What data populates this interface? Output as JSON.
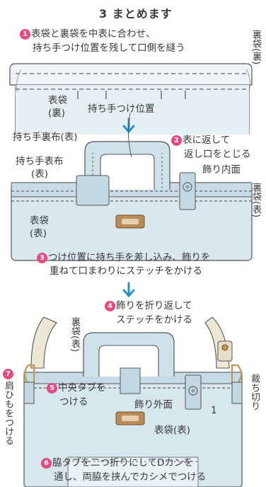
{
  "colors": {
    "accent": "#e8487e",
    "arrow": "#2e8fc6",
    "fabric": "#d7e7ee",
    "fabric_dark": "#b8d1de",
    "stitch": "#3a3a3a",
    "strap": "#ece8d4",
    "hardware": "#c49a5a",
    "tag": "#b98c5a"
  },
  "title": "3 まとめます",
  "step1": {
    "number": "1",
    "line1": "表袋と裏袋を中表に合わせ、",
    "line2": "持ち手つけ位置を残して口側を縫う",
    "label_outer": "表袋",
    "label_outer_sub": "(裏)",
    "label_handle_pos": "持ち手つけ位置",
    "label_lining_vert": "裏袋(裏)"
  },
  "step2": {
    "number": "2",
    "line1": "表に返して",
    "line2": "返し口をとじる",
    "label_handle_lining": "持ち手裏布(表)",
    "label_handle_outer": "持ち手表布",
    "label_handle_outer_sub": "(表)",
    "label_deco_inner": "飾り内面",
    "label_lining_vert": "裏袋(表)",
    "label_outer": "表袋",
    "label_outer_sub": "(表)"
  },
  "step3": {
    "number": "3",
    "line1": "つけ位置に持ち手を差し込み、飾りを",
    "line2": "重ねて口まわりにステッチをかける"
  },
  "step4": {
    "number": "4",
    "line1": "飾りを折り返して",
    "line2": "ステッチをかける",
    "label_lining_vert": "裏袋(表)"
  },
  "step5": {
    "number": "5",
    "line1": "中央タブを",
    "line2": "つける"
  },
  "step6": {
    "number": "6",
    "line1": "脇タブを二つ折りにしてDカンを",
    "line2": "通し、両脇を挟んでカシメでつける"
  },
  "step7": {
    "number": "7",
    "label_vert": "肩ひもをつける"
  },
  "step_final": {
    "label_deco_outer": "飾り外面",
    "label_outer": "表袋(表)",
    "label_cut": "裁ち切り",
    "label_mark": "1"
  }
}
